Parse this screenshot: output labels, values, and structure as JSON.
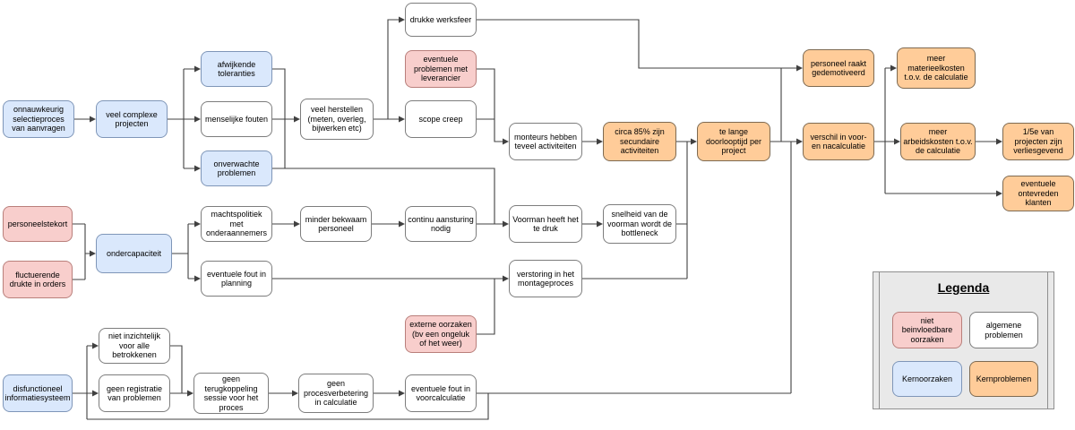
{
  "diagram": {
    "nodes": [
      {
        "id": "n1",
        "label": "onnauwkeurig selectieproces van aanvragen",
        "type": "kernoorzaak"
      },
      {
        "id": "n2",
        "label": "veel complexe projecten",
        "type": "kernoorzaak"
      },
      {
        "id": "n3",
        "label": "afwijkende toleranties",
        "type": "kernoorzaak"
      },
      {
        "id": "n4",
        "label": "menselijke fouten",
        "type": "algemeen-probleem"
      },
      {
        "id": "n5",
        "label": "onverwachte problemen",
        "type": "kernoorzaak"
      },
      {
        "id": "n6",
        "label": "veel herstellen (meten, overleg, bijwerken etc)",
        "type": "algemeen-probleem"
      },
      {
        "id": "n7",
        "label": "drukke werksfeer",
        "type": "algemeen-probleem"
      },
      {
        "id": "n8",
        "label": "eventuele problemen met leverancier",
        "type": "niet-beinvloedbare-oorzaak"
      },
      {
        "id": "n9",
        "label": "scope creep",
        "type": "algemeen-probleem"
      },
      {
        "id": "n10",
        "label": "monteurs hebben teveel activiteiten",
        "type": "algemeen-probleem"
      },
      {
        "id": "n11",
        "label": "circa 85% zijn secundaire activiteiten",
        "type": "kernprobleem"
      },
      {
        "id": "n12",
        "label": "te lange doorlooptijd per project",
        "type": "kernprobleem"
      },
      {
        "id": "n13",
        "label": "personeel raakt gedemotiveerd",
        "type": "kernprobleem"
      },
      {
        "id": "n14",
        "label": "verschil in voor- en nacalculatie",
        "type": "kernprobleem"
      },
      {
        "id": "n15",
        "label": "meer materieelkosten t.o.v. de calculatie",
        "type": "kernprobleem"
      },
      {
        "id": "n16",
        "label": "meer arbeidskosten t.o.v. de calculatie",
        "type": "kernprobleem"
      },
      {
        "id": "n17",
        "label": "1/5e van projecten zijn verliesgevend",
        "type": "kernprobleem"
      },
      {
        "id": "n18",
        "label": "eventuele ontevreden klanten",
        "type": "kernprobleem"
      },
      {
        "id": "n19",
        "label": "personeelstekort",
        "type": "niet-beinvloedbare-oorzaak"
      },
      {
        "id": "n20",
        "label": "fluctuerende drukte in orders",
        "type": "niet-beinvloedbare-oorzaak"
      },
      {
        "id": "n21",
        "label": "ondercapaciteit",
        "type": "kernoorzaak"
      },
      {
        "id": "n22",
        "label": "machtspolitiek met onderaannemers",
        "type": "algemeen-probleem"
      },
      {
        "id": "n23",
        "label": "minder bekwaam personeel",
        "type": "algemeen-probleem"
      },
      {
        "id": "n24",
        "label": "continu aansturing nodig",
        "type": "algemeen-probleem"
      },
      {
        "id": "n25",
        "label": "Voorman heeft het te druk",
        "type": "algemeen-probleem"
      },
      {
        "id": "n26",
        "label": "snelheid van de voorman wordt de bottleneck",
        "type": "algemeen-probleem"
      },
      {
        "id": "n27",
        "label": "eventuele fout in planning",
        "type": "algemeen-probleem"
      },
      {
        "id": "n28",
        "label": "verstoring in het montageproces",
        "type": "algemeen-probleem"
      },
      {
        "id": "n29",
        "label": "externe oorzaken (bv een ongeluk of het weer)",
        "type": "niet-beinvloedbare-oorzaak"
      },
      {
        "id": "n30",
        "label": "disfunctioneel informatiesysteem",
        "type": "kernoorzaak"
      },
      {
        "id": "n31",
        "label": "niet inzichtelijk voor alle betrokkenen",
        "type": "algemeen-probleem"
      },
      {
        "id": "n32",
        "label": "geen registratie van problemen",
        "type": "algemeen-probleem"
      },
      {
        "id": "n33",
        "label": "geen terugkoppeling sessie voor het proces",
        "type": "algemeen-probleem"
      },
      {
        "id": "n34",
        "label": "geen procesverbetering in calculatie",
        "type": "algemeen-probleem"
      },
      {
        "id": "n35",
        "label": "eventuele fout in voorcalculatie",
        "type": "algemeen-probleem"
      }
    ],
    "edges": [
      {
        "from": "n1",
        "to": "n2"
      },
      {
        "from": "n2",
        "to": "n3"
      },
      {
        "from": "n2",
        "to": "n4"
      },
      {
        "from": "n2",
        "to": "n5"
      },
      {
        "from": "n4",
        "to": "n6"
      },
      {
        "from": "n6",
        "to": "n7"
      },
      {
        "from": "n6",
        "to": "n9"
      },
      {
        "from": "n3",
        "to": "n25"
      },
      {
        "from": "n5",
        "to": "n25"
      },
      {
        "from": "n8",
        "to": "n10"
      },
      {
        "from": "n9",
        "to": "n10"
      },
      {
        "from": "n10",
        "to": "n11"
      },
      {
        "from": "n11",
        "to": "n12"
      },
      {
        "from": "n26",
        "to": "n12"
      },
      {
        "from": "n28",
        "to": "n12"
      },
      {
        "from": "n7",
        "to": "n13"
      },
      {
        "from": "n12",
        "to": "n13"
      },
      {
        "from": "n12",
        "to": "n14"
      },
      {
        "from": "n35",
        "to": "n14"
      },
      {
        "from": "n30",
        "to": "n14"
      },
      {
        "from": "n14",
        "to": "n15"
      },
      {
        "from": "n14",
        "to": "n16"
      },
      {
        "from": "n14",
        "to": "n18"
      },
      {
        "from": "n16",
        "to": "n17"
      },
      {
        "from": "n19",
        "to": "n21"
      },
      {
        "from": "n20",
        "to": "n21"
      },
      {
        "from": "n21",
        "to": "n22"
      },
      {
        "from": "n21",
        "to": "n27"
      },
      {
        "from": "n22",
        "to": "n23"
      },
      {
        "from": "n23",
        "to": "n24"
      },
      {
        "from": "n24",
        "to": "n25"
      },
      {
        "from": "n25",
        "to": "n26"
      },
      {
        "from": "n27",
        "to": "n28"
      },
      {
        "from": "n29",
        "to": "n28"
      },
      {
        "from": "n30",
        "to": "n31"
      },
      {
        "from": "n30",
        "to": "n32"
      },
      {
        "from": "n31",
        "to": "n33"
      },
      {
        "from": "n32",
        "to": "n33"
      },
      {
        "from": "n33",
        "to": "n34"
      },
      {
        "from": "n34",
        "to": "n35"
      }
    ]
  },
  "legend": {
    "title": "Legenda",
    "items": [
      {
        "label": "niet beinvloedbare oorzaken",
        "type": "niet-beinvloedbare-oorzaak"
      },
      {
        "label": "algemene problemen",
        "type": "algemeen-probleem"
      },
      {
        "label": "Kernoorzaken",
        "type": "kernoorzaak"
      },
      {
        "label": "Kernproblemen",
        "type": "kernprobleem"
      }
    ]
  },
  "colors": {
    "kernoorzaak_fill": "#dae8fc",
    "kernoorzaak_stroke": "#7f96b8",
    "niet_beinvloedbare_fill": "#f8cecc",
    "niet_beinvloedbare_stroke": "#b97f7b",
    "kernprobleem_fill": "#ffcc99",
    "kernprobleem_stroke": "#7e6a51",
    "algemeen_fill": "#ffffff",
    "algemeen_stroke": "#7d7d7d",
    "edge": "#404040",
    "legend_fill": "#e9e9e9",
    "legend_stroke": "#8f8f8f"
  }
}
